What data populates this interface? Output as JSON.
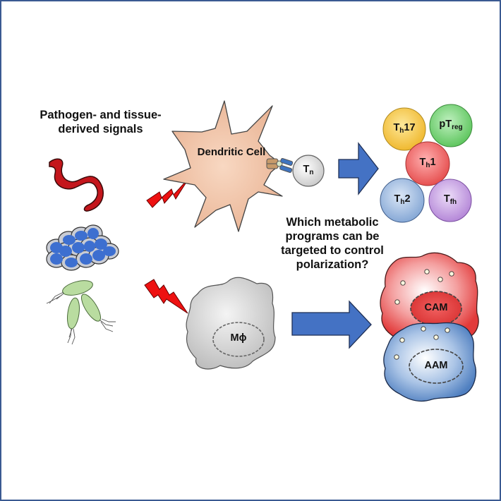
{
  "figure": {
    "signals_title": "Pathogen- and tissue-derived signals",
    "question": "Which metabolic programs can be targeted to control polarization?",
    "dendritic_cell_label": "Dendritic Cell",
    "naive_t_cell": {
      "main": "T",
      "sub": "n"
    },
    "t_helper_subsets": [
      {
        "name": "th17",
        "main": "T",
        "sub": "h",
        "suffix": "17",
        "color": "#f5c84a"
      },
      {
        "name": "ptreg",
        "main": "pT",
        "sub": "reg",
        "suffix": "",
        "color": "#7dd67d"
      },
      {
        "name": "th1",
        "main": "T",
        "sub": "h",
        "suffix": "1",
        "color": "#f07070"
      },
      {
        "name": "th2",
        "main": "T",
        "sub": "h",
        "suffix": "2",
        "color": "#9dbbe0"
      },
      {
        "name": "tfh",
        "main": "T",
        "sub": "fh",
        "suffix": "",
        "color": "#c29ae0"
      }
    ],
    "macrophage_label": "Mϕ",
    "polarized_macrophages": [
      {
        "name": "cam",
        "label": "CAM",
        "color": "#e84848"
      },
      {
        "name": "aam",
        "label": "AAM",
        "color": "#5a88c8"
      }
    ],
    "colors": {
      "arrow": "#4472c4",
      "lightning": "#ee1111",
      "worm": "#c4161c",
      "dendritic_cell": "#f3c6a8",
      "macrophage": "#d4d4d4",
      "frame": "#3a5a92"
    }
  }
}
